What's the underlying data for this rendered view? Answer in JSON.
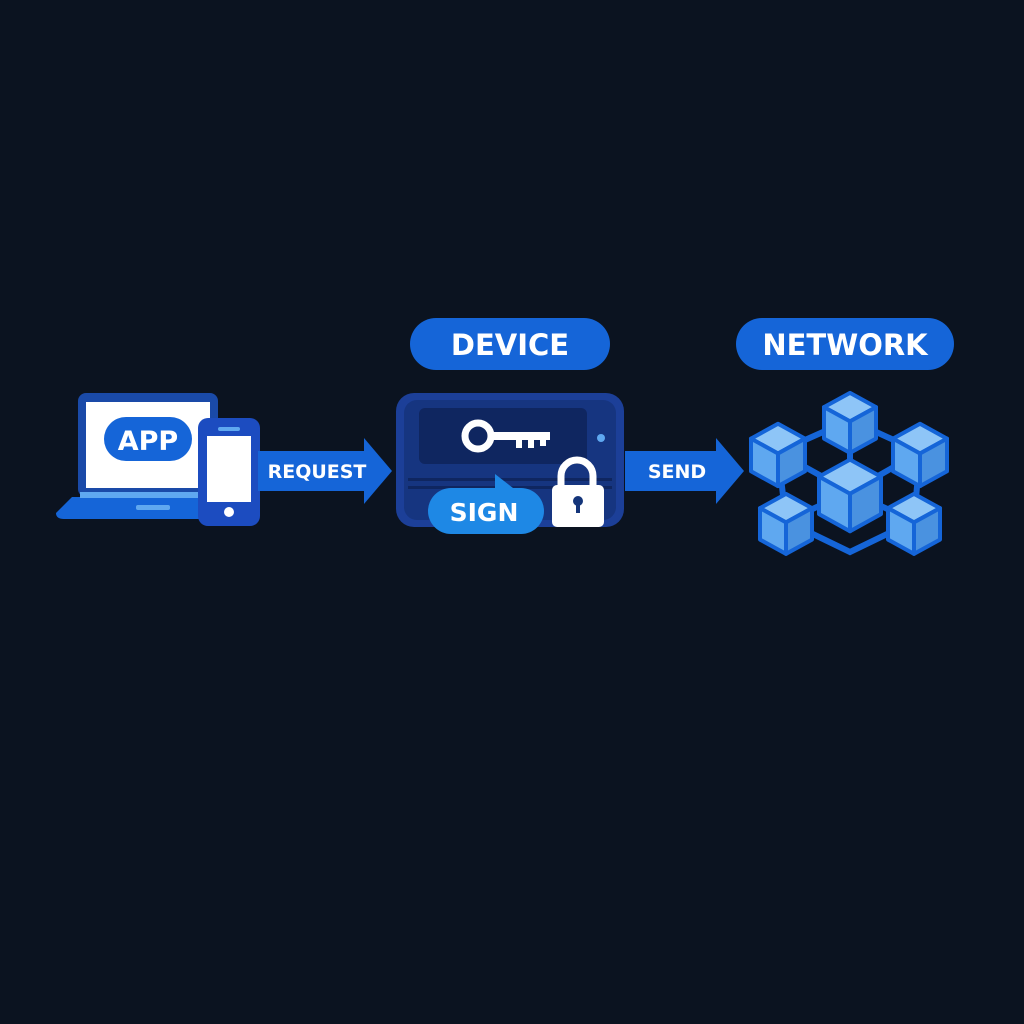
{
  "colors": {
    "background": "#0b1320",
    "primary_blue": "#1565d8",
    "dark_blue": "#14357a",
    "light_blue": "#5fa8f0",
    "pale_blue": "#8ec5f7",
    "white": "#ffffff"
  },
  "app": {
    "label": "APP",
    "icons": [
      "laptop-icon",
      "smartphone-icon"
    ]
  },
  "request_arrow": {
    "label": "REQUEST"
  },
  "device": {
    "title": "DEVICE",
    "sign_label": "SIGN",
    "icons": [
      "key-icon",
      "lock-icon"
    ]
  },
  "send_arrow": {
    "label": "SEND"
  },
  "network": {
    "title": "NETWORK",
    "icons": [
      "blockchain-network-icon"
    ]
  }
}
